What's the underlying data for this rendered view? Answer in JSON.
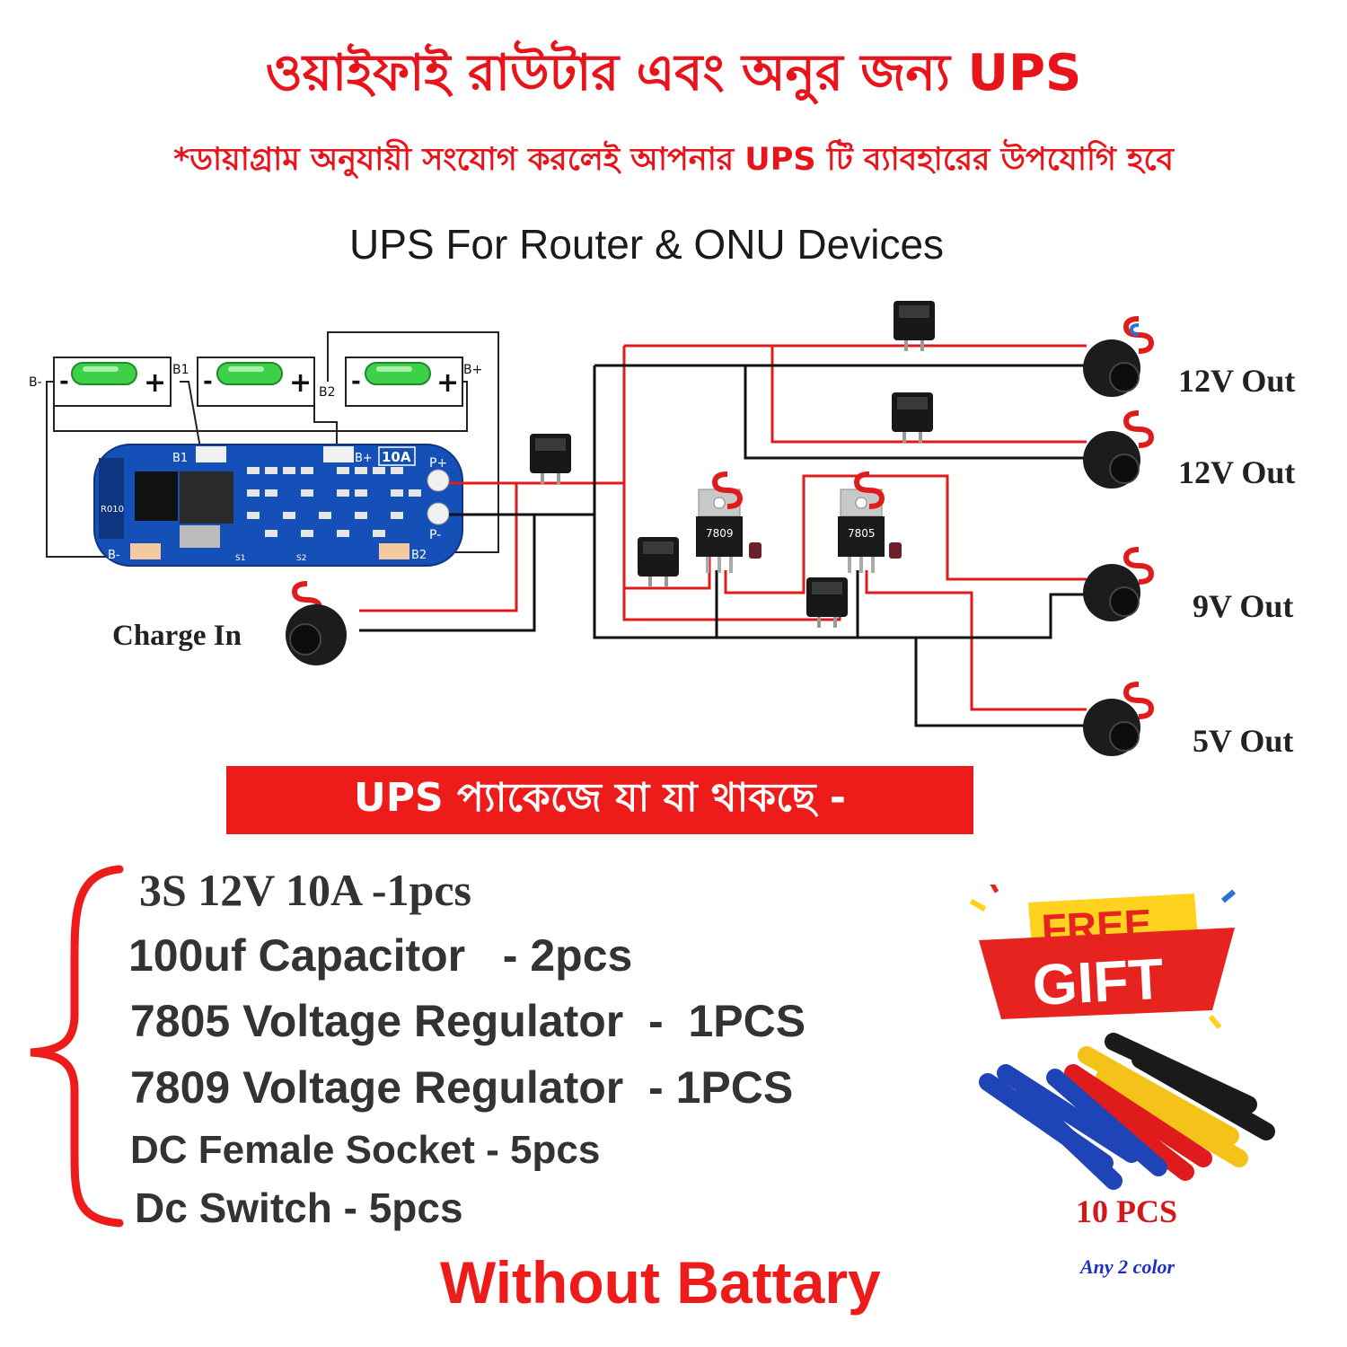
{
  "header": {
    "title_bn": "ওয়াইফাই রাউটার এবং অনুর জন্য UPS",
    "subtitle_bn": "*ডায়াগ্রাম অনুযায়ী সংযোগ করলেই আপনার UPS টি ব্যাবহারের উপযোগি হবে"
  },
  "diagram": {
    "title": "UPS For Router & ONU Devices",
    "battery_labels": {
      "b_minus": "B-",
      "b1": "B1",
      "b2": "B2",
      "b_plus": "B+"
    },
    "bms_board": {
      "rating": "10A",
      "p_plus": "P+",
      "p_minus": "P-",
      "b_minus": "B-",
      "b1": "B1",
      "b_plus": "B+",
      "b2": "B2",
      "s1": "S1",
      "s2": "S2",
      "r010": "R010"
    },
    "regulators": [
      "7809",
      "7805"
    ],
    "charge_in": "Charge In",
    "outputs": [
      "12V Out",
      "12V Out",
      "9V Out",
      "5V Out"
    ],
    "colors": {
      "positive_wire": "#e01b1b",
      "negative_wire": "#111111",
      "board": "#1550b8",
      "battery": "#3fd04a"
    }
  },
  "package": {
    "banner": "UPS প্যাকেজে যা যা থাকছে -",
    "items": [
      "3S 12V 10A -1pcs",
      "100uf Capacitor   - 2pcs",
      "7805 Voltage Regulator  -  1PCS",
      "7809 Voltage Regulator  - 1PCS",
      "DC Female Socket - 5pcs",
      "Dc Switch - 5pcs"
    ],
    "footer": "Without Battary"
  },
  "gift": {
    "free": "FREE",
    "gift": "GIFT",
    "count": "10 PCS",
    "note": "Any 2 color"
  }
}
